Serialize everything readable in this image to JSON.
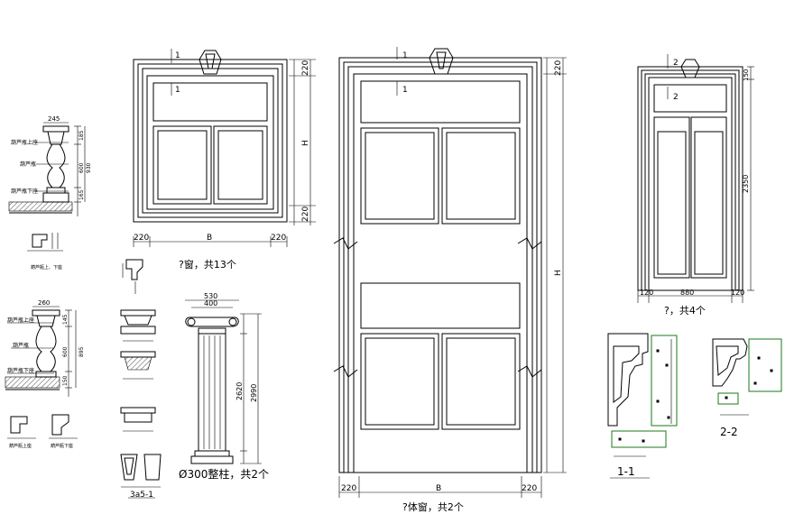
{
  "window_a": {
    "section_tag_top": "1",
    "section_tag_bottom": "1",
    "dim_top": "220",
    "dim_bottom": "220",
    "dim_height": "H",
    "dim_left": "220",
    "dim_width": "B",
    "dim_right": "220",
    "caption": "?窗，共13个"
  },
  "window_b": {
    "section_tag_top": "1",
    "section_tag_bottom": "1",
    "dim_top": "220",
    "dim_height": "H",
    "dim_left": "220",
    "dim_width": "B",
    "dim_right": "220",
    "caption": "?体窗，共2个"
  },
  "door": {
    "section_tag_top": "2",
    "section_tag_bottom": "2",
    "dim_top": "150",
    "dim_height": "2350",
    "dim_left": "120",
    "dim_width": "880",
    "dim_right": "120",
    "caption": "?，共4个"
  },
  "column": {
    "dim_outer": "530",
    "dim_inner": "400",
    "dim_shaft": "2620",
    "dim_total": "2990",
    "caption": "Ø300整柱，共2个"
  },
  "baluster_1": {
    "dim_width": "245",
    "dims_vertical": [
      "185",
      "600",
      "930",
      "165"
    ],
    "labels": [
      "葫芦瓶上座",
      "葫芦瓶",
      "葫芦瓶下座"
    ],
    "caption": "葫芦瓶上、下座"
  },
  "baluster_2": {
    "dim_width": "260",
    "dims_vertical": [
      "145",
      "600",
      "895",
      "150"
    ],
    "labels": [
      "葫芦瓶上座",
      "葫芦瓶",
      "葫芦瓶下座"
    ],
    "small_labels": [
      "葫芦瓶上座",
      "葫芦瓶下座"
    ]
  },
  "details": {
    "keystone_caption": "3a5-1"
  },
  "sections": {
    "s1": "1-1",
    "s2": "2-2"
  }
}
